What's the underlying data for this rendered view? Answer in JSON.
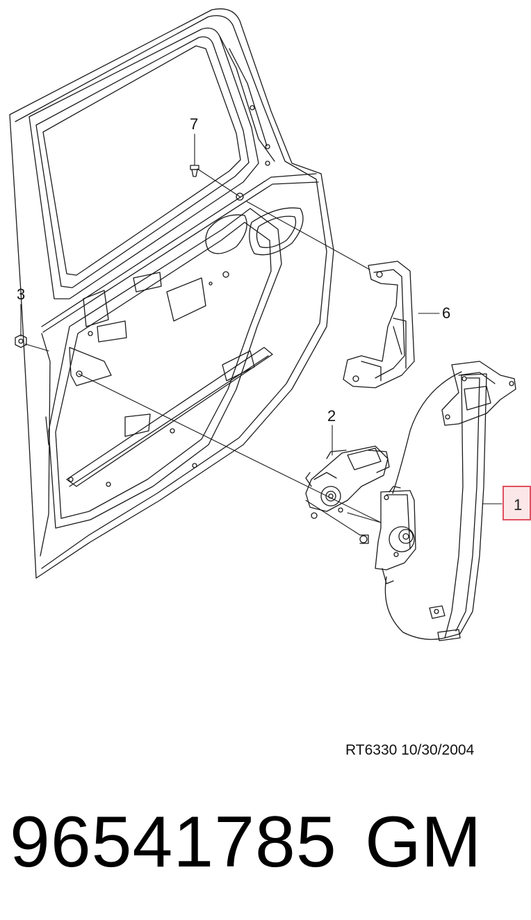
{
  "diagram": {
    "callouts": {
      "c1": "1",
      "c2": "2",
      "c3": "3",
      "c6": "6",
      "c7": "7"
    },
    "highlight_color": "#e05060",
    "highlight_fill": "#fbe6e8"
  },
  "footer": {
    "reference": "RT6330  10/30/2004",
    "part_number": "96541785",
    "brand": "GM"
  }
}
